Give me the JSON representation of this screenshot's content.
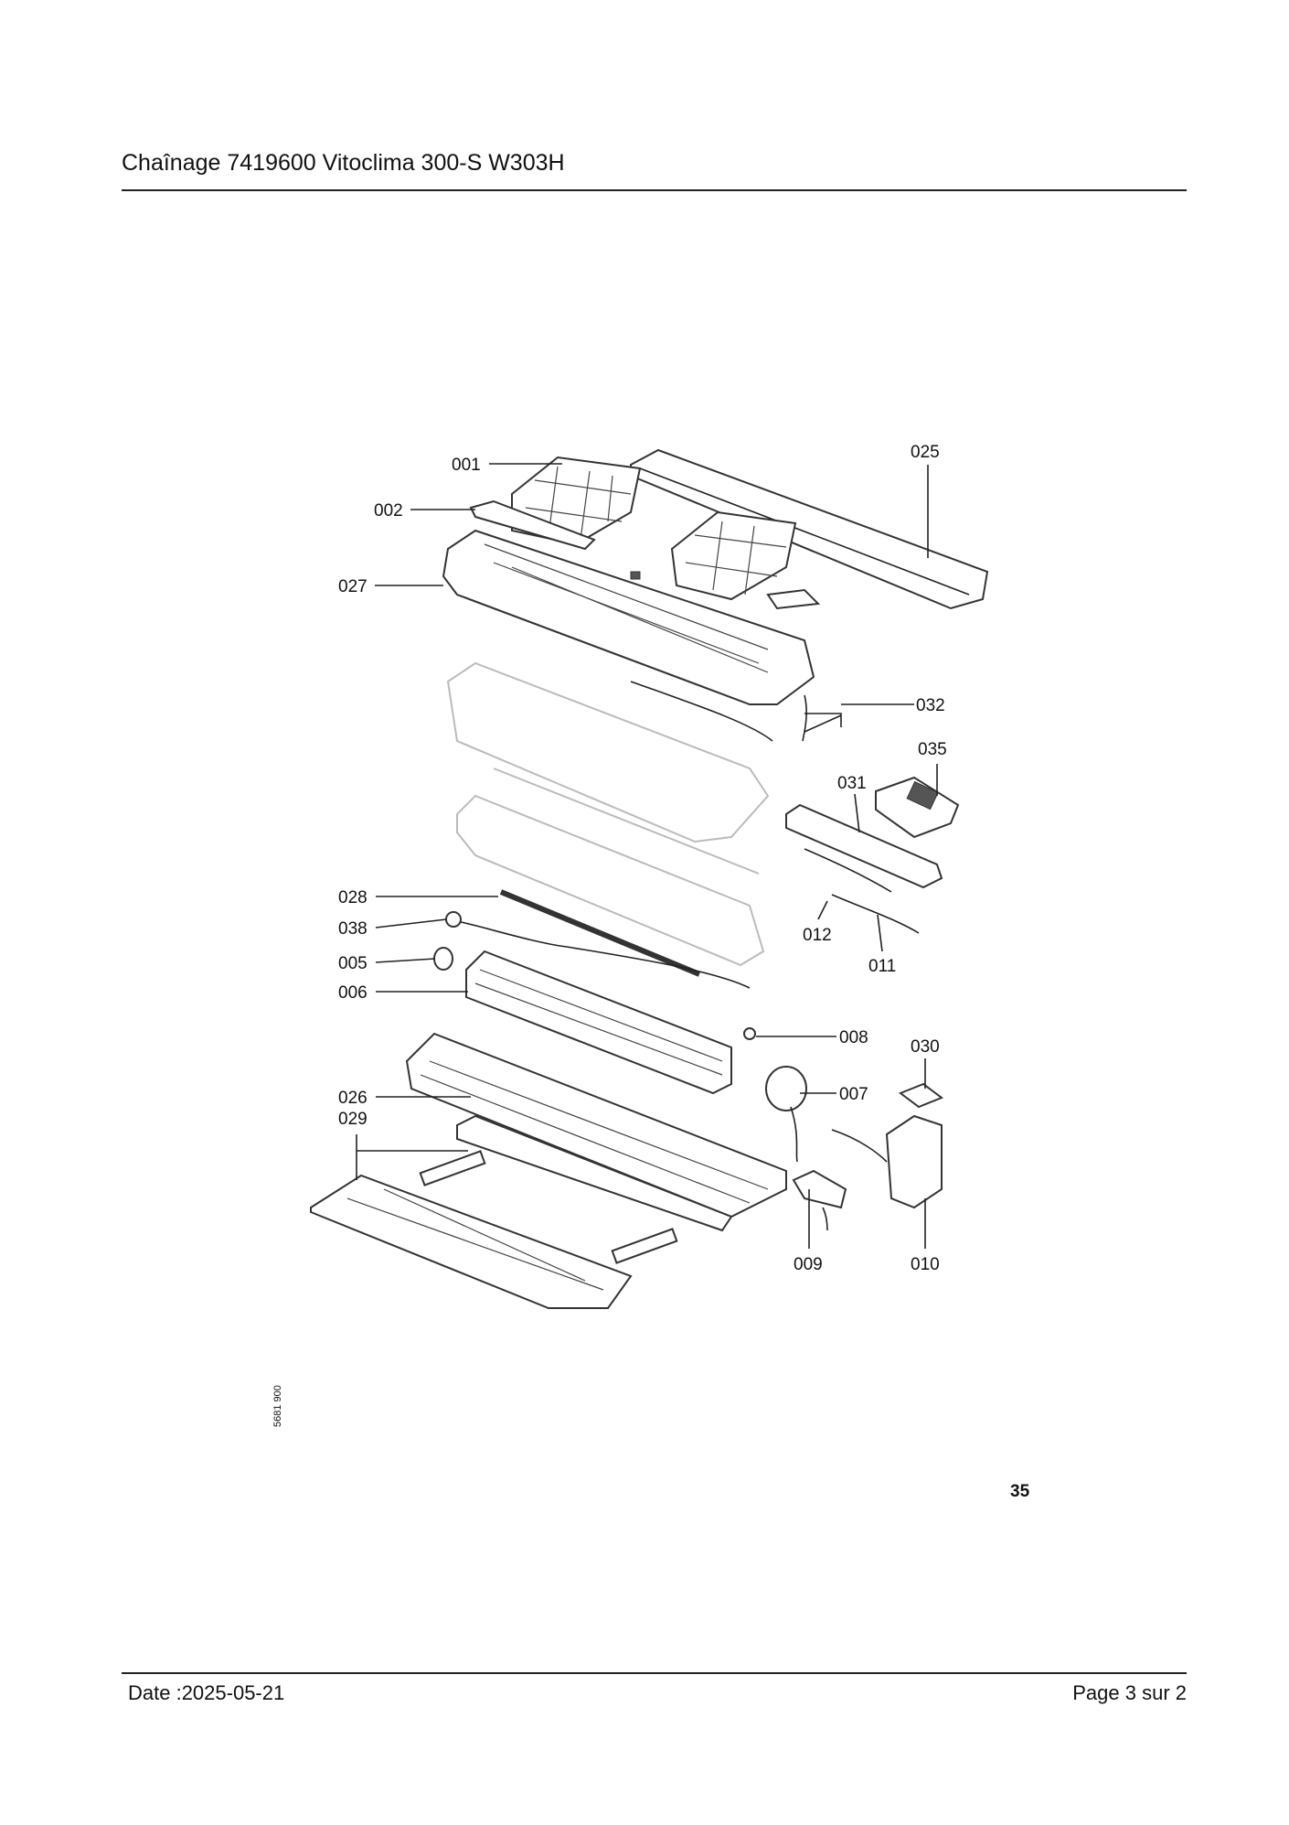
{
  "header": {
    "title": "Chaînage 7419600 Vitoclima 300-S W303H"
  },
  "footer": {
    "date": "Date :2025-05-21",
    "page": "Page 3 sur  2"
  },
  "figure": {
    "side_code": "5681 900",
    "page_number": "35",
    "labels": {
      "p001": "001",
      "p002": "002",
      "p025": "025",
      "p027": "027",
      "p032": "032",
      "p035": "035",
      "p031": "031",
      "p028": "028",
      "p038": "038",
      "p005": "005",
      "p006": "006",
      "p012": "012",
      "p011": "011",
      "p008": "008",
      "p030": "030",
      "p007": "007",
      "p026": "026",
      "p029": "029",
      "p009": "009",
      "p010": "010"
    }
  }
}
